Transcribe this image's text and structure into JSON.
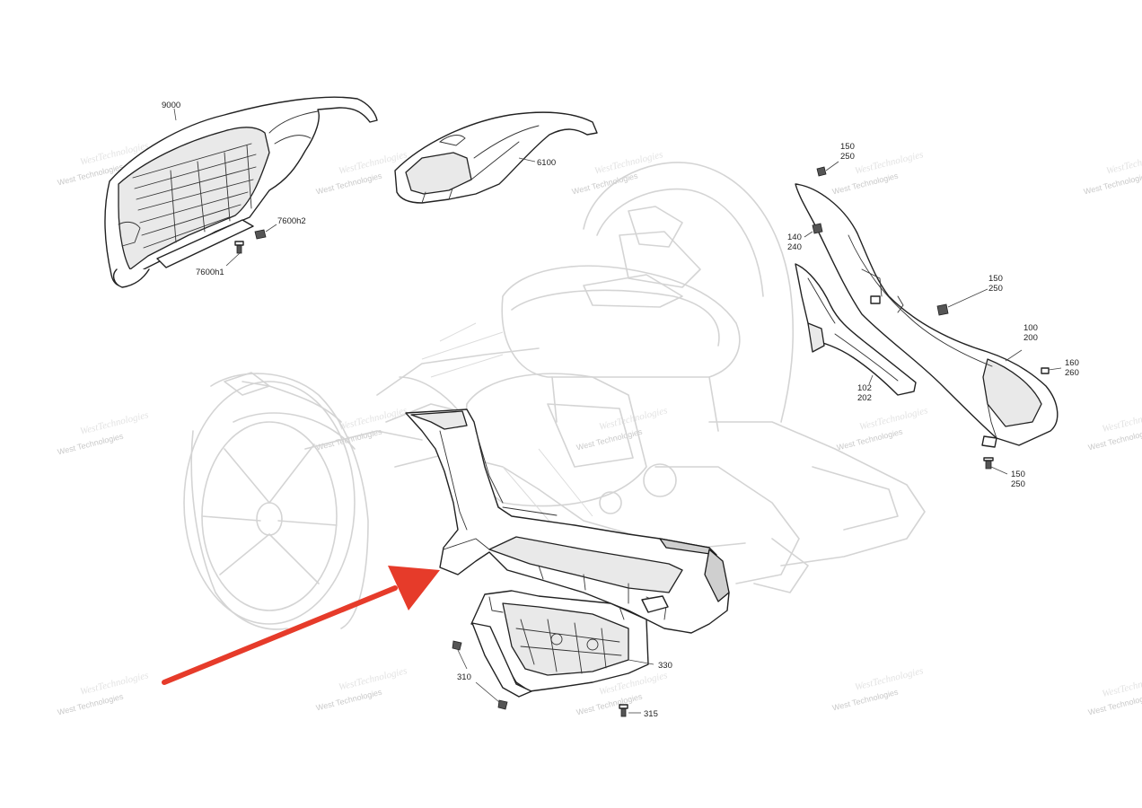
{
  "callouts": {
    "c9000": "9000",
    "c6100": "6100",
    "c7600h2": "7600h2",
    "c7600h1": "7600h1",
    "c150_250_top_a": "150",
    "c150_250_top_b": "250",
    "c140_240_a": "140",
    "c140_240_b": "240",
    "c150_250_mid_a": "150",
    "c150_250_mid_b": "250",
    "c100_200_a": "100",
    "c100_200_b": "200",
    "c160_260_a": "160",
    "c160_260_b": "260",
    "c102_202_a": "102",
    "c102_202_b": "202",
    "c150_250_bot_a": "150",
    "c150_250_bot_b": "250",
    "c330": "330",
    "c310": "310",
    "c315": "315"
  },
  "watermark": {
    "line1": "West Technologies",
    "line2": "WestTechnologies"
  },
  "colors": {
    "arrow": "#e63b2a",
    "ghost_outline": "#d4d4d4",
    "part_outline": "#222222"
  }
}
